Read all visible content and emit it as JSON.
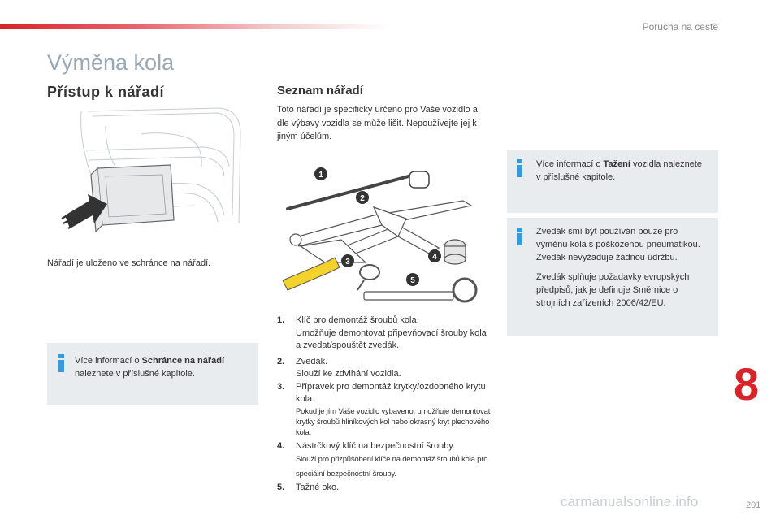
{
  "header": {
    "section": "Porucha na cestě",
    "page_number": "201"
  },
  "title": "Výměna kola",
  "left": {
    "heading": "Přístup k nářadí",
    "caption": "Nářadí je uloženo ve schránce na nářadí.",
    "info": {
      "pre": "Více informací o ",
      "bold": "Schránce na nářadí",
      "post": " naleznete v příslušné kapitole."
    }
  },
  "right": {
    "heading": "Seznam nářadí",
    "intro": "Toto nářadí je specificky určeno pro Vaše vozidlo a dle výbavy vozidla se může lišit. Nepoužívejte jej k jiným účelům.",
    "callouts": [
      "1",
      "2",
      "3",
      "4",
      "5"
    ],
    "items": [
      {
        "num": "1.",
        "name": "Klíč pro demontáž šroubů kola.",
        "desc": "Umožňuje demontovat připevňovací šrouby kola a zvedat/spouštět zvedák.",
        "note": ""
      },
      {
        "num": "2.",
        "name": "Zvedák.",
        "desc": "Slouží ke zdvihání vozidla.",
        "note": ""
      },
      {
        "num": "3.",
        "name": "Přípravek pro demontáž krytky/ozdobného krytu kola.",
        "desc": "",
        "note": "Pokud je jím Vaše vozidlo vybaveno, umožňuje demontovat krytky šroubů hliníkových kol nebo okrasný kryt plechového kola."
      },
      {
        "num": "4.",
        "name": "Nástrčkový klíč na bezpečnostní šrouby.",
        "desc": "",
        "note": "Slouží pro přizpůsobení klíče na demontáž šroubů kola pro speciální bezpečnostní šrouby."
      },
      {
        "num": "5.",
        "name": "Tažné oko.",
        "desc": "",
        "note": ""
      }
    ]
  },
  "side": {
    "info1": {
      "pre": "Více informací o ",
      "bold": "Tažení",
      "post": " vozidla naleznete v příslušné kapitole."
    },
    "info2": {
      "p1": "Zvedák smí být používán pouze pro výměnu kola s poškozenou pneumatikou.",
      "p2": "Zvedák nevyžaduje žádnou údržbu.",
      "p3": "Zvedák splňuje požadavky evropských předpisů, jak je definuje Směrnice o strojních zařízeních 2006/42/EU."
    }
  },
  "chapter": "8",
  "watermark": "carmanualsonline.info",
  "colors": {
    "accent_red": "#d8232a",
    "info_blue": "#3a9ad9",
    "box_gray": "#e9ecef",
    "title_gray": "#9aa8b5"
  }
}
